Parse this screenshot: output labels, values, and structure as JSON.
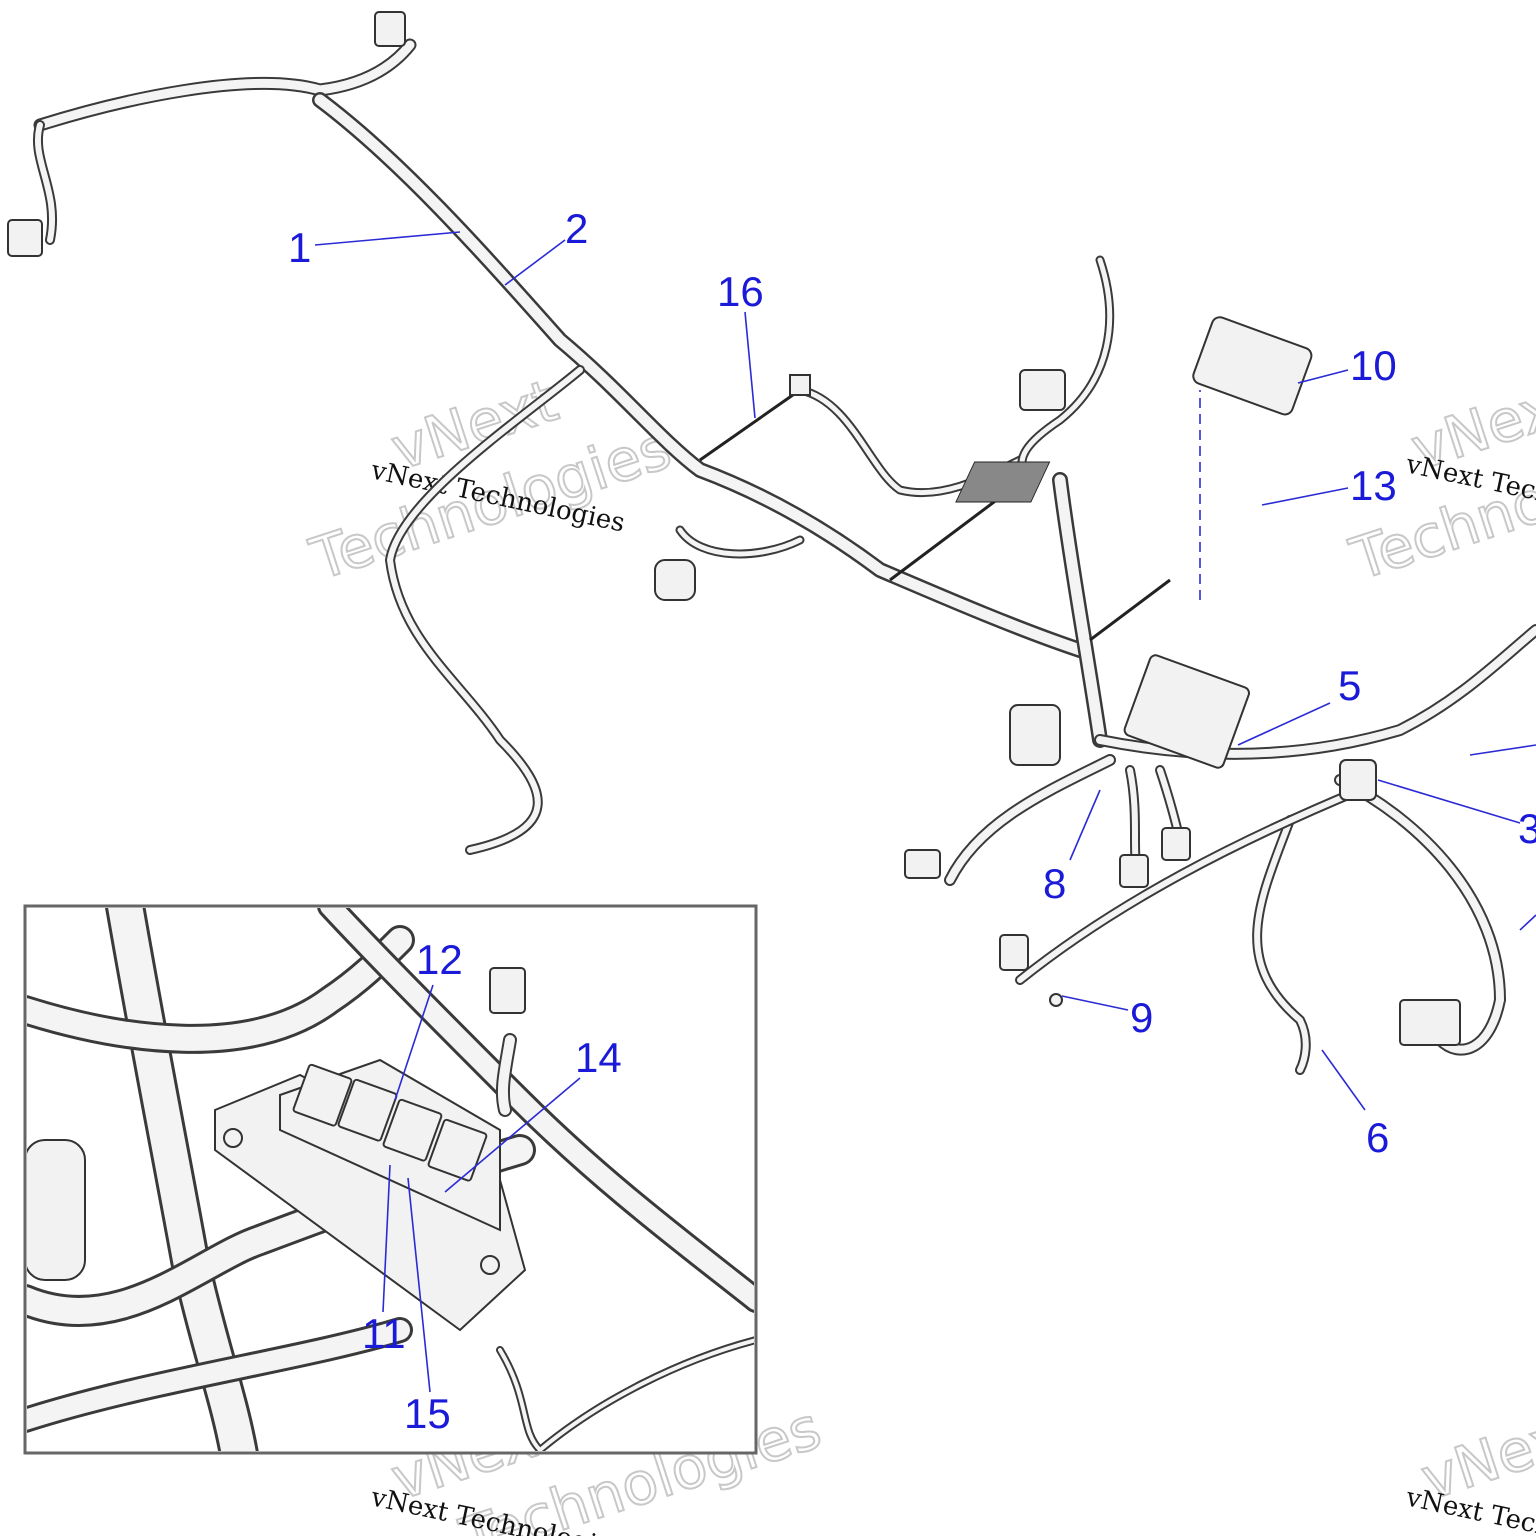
{
  "watermark": {
    "line1": "vNext",
    "line2": "Technologies",
    "full": "vNext Technologies"
  },
  "callouts": [
    {
      "id": "1",
      "label": "1"
    },
    {
      "id": "2",
      "label": "2"
    },
    {
      "id": "3",
      "label": "3"
    },
    {
      "id": "5",
      "label": "5"
    },
    {
      "id": "6",
      "label": "6"
    },
    {
      "id": "8",
      "label": "8"
    },
    {
      "id": "9",
      "label": "9"
    },
    {
      "id": "10",
      "label": "10"
    },
    {
      "id": "11",
      "label": "11"
    },
    {
      "id": "12",
      "label": "12"
    },
    {
      "id": "13",
      "label": "13"
    },
    {
      "id": "14",
      "label": "14"
    },
    {
      "id": "15",
      "label": "15"
    },
    {
      "id": "16",
      "label": "16"
    }
  ],
  "colors": {
    "callout": "#1a1ad8",
    "line": "#333333",
    "watermark": "#c8c8c8"
  }
}
